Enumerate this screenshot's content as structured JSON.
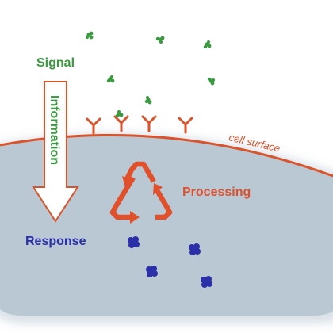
{
  "labels": {
    "signal": "Signal",
    "information": "Information",
    "response": "Response",
    "processing": "Processing",
    "cell_surface": "cell surface"
  },
  "colors": {
    "signal_green": "#3a9a3f",
    "response_blue": "#2b2fa8",
    "processing_red": "#e0502a",
    "membrane_red": "#d9532b",
    "cell_fill": "#b9c7d3",
    "arrow_outline": "#d9532b"
  },
  "icons": {
    "signal_molecule": "green-ligand-cluster-icon",
    "receptor": "y-receptor-icon",
    "response_molecule": "blue-blob-icon",
    "processing": "recycle-arrows-icon"
  }
}
